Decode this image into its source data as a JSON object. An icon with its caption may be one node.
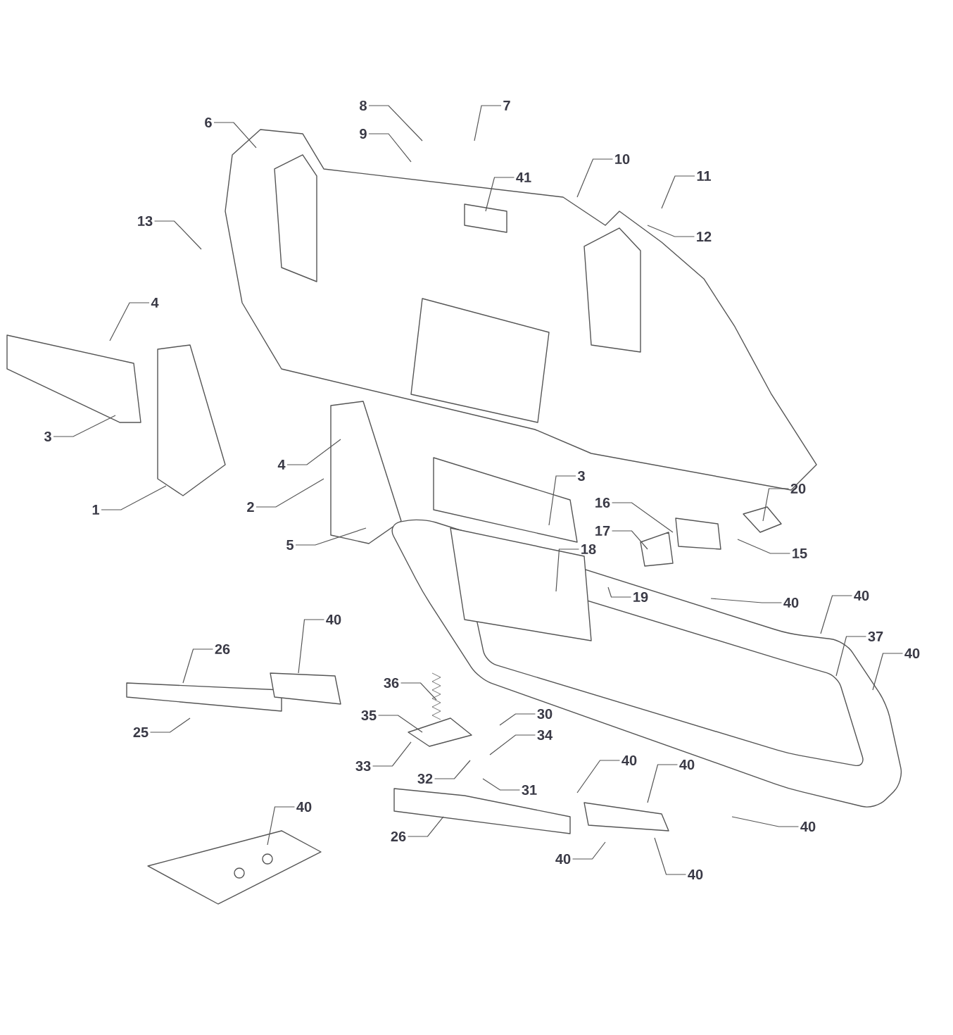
{
  "diagram": {
    "nodes": [
      {
        "text": [
          "8"
        ]
      },
      {
        "text": [
          "7"
        ]
      },
      {
        "text": [
          "6"
        ]
      },
      {
        "text": [
          "9"
        ]
      },
      {
        "text": [
          "10"
        ]
      },
      {
        "text": [
          "11"
        ]
      },
      {
        "text": [
          "41"
        ]
      },
      {
        "text": [
          "13"
        ]
      },
      {
        "text": [
          "12"
        ]
      },
      {
        "text": [
          "4"
        ]
      },
      {
        "text": [
          "3"
        ]
      },
      {
        "text": [
          "4"
        ]
      },
      {
        "text": [
          "3"
        ]
      },
      {
        "text": [
          "20"
        ]
      },
      {
        "text": [
          "16"
        ]
      },
      {
        "text": [
          "1"
        ]
      },
      {
        "text": [
          "2"
        ]
      },
      {
        "text": [
          "17"
        ]
      },
      {
        "text": [
          "5"
        ]
      },
      {
        "text": [
          "15"
        ]
      },
      {
        "text": [
          "18"
        ]
      },
      {
        "text": [
          "40"
        ]
      },
      {
        "text": [
          "40"
        ]
      },
      {
        "text": [
          "19"
        ]
      },
      {
        "text": [
          "40"
        ]
      },
      {
        "text": [
          "37"
        ]
      },
      {
        "text": [
          "26"
        ]
      },
      {
        "text": [
          "40"
        ]
      },
      {
        "text": [
          "36"
        ]
      },
      {
        "text": [
          "30"
        ]
      },
      {
        "text": [
          "35"
        ]
      },
      {
        "text": [
          "25"
        ]
      },
      {
        "text": [
          "34"
        ]
      },
      {
        "text": [
          "40"
        ]
      },
      {
        "text": [
          "40"
        ]
      },
      {
        "text": [
          "33"
        ]
      },
      {
        "text": [
          "32"
        ]
      },
      {
        "text": [
          "31"
        ]
      },
      {
        "text": [
          "40"
        ]
      },
      {
        "text": [
          "40"
        ]
      },
      {
        "text": [
          "26"
        ]
      },
      {
        "text": [
          "40"
        ]
      },
      {
        "text": [
          "40"
        ]
      }
    ],
    "edges": [
      {
        "from": 0,
        "to": null,
        "arrow": "none"
      },
      {
        "from": 1,
        "to": null,
        "arrow": "none"
      },
      {
        "from": 2,
        "to": null,
        "arrow": "none"
      },
      {
        "from": 3,
        "to": null,
        "arrow": "none"
      },
      {
        "from": 4,
        "to": null,
        "arrow": "none"
      },
      {
        "from": 5,
        "to": null,
        "arrow": "none"
      },
      {
        "from": 6,
        "to": null,
        "arrow": "none"
      },
      {
        "from": 7,
        "to": null,
        "arrow": "none"
      },
      {
        "from": 8,
        "to": null,
        "arrow": "none"
      },
      {
        "from": 9,
        "to": null,
        "arrow": "none"
      },
      {
        "from": 10,
        "to": null,
        "arrow": "none"
      },
      {
        "from": 11,
        "to": null,
        "arrow": "none"
      },
      {
        "from": 12,
        "to": null,
        "arrow": "none"
      },
      {
        "from": 13,
        "to": null,
        "arrow": "none"
      },
      {
        "from": 14,
        "to": null,
        "arrow": "none"
      },
      {
        "from": 15,
        "to": null,
        "arrow": "none"
      },
      {
        "from": 16,
        "to": null,
        "arrow": "none"
      },
      {
        "from": 17,
        "to": null,
        "arrow": "none"
      },
      {
        "from": 18,
        "to": null,
        "arrow": "none"
      },
      {
        "from": 19,
        "to": null,
        "arrow": "none"
      },
      {
        "from": 20,
        "to": null,
        "arrow": "none"
      },
      {
        "from": 21,
        "to": null,
        "arrow": "none"
      },
      {
        "from": 22,
        "to": null,
        "arrow": "none"
      },
      {
        "from": 23,
        "to": null,
        "arrow": "none"
      },
      {
        "from": 24,
        "to": null,
        "arrow": "none"
      },
      {
        "from": 25,
        "to": null,
        "arrow": "none"
      },
      {
        "from": 26,
        "to": null,
        "arrow": "none"
      },
      {
        "from": 27,
        "to": null,
        "arrow": "none"
      },
      {
        "from": 28,
        "to": null,
        "arrow": "none"
      },
      {
        "from": 29,
        "to": null,
        "arrow": "none"
      },
      {
        "from": 30,
        "to": null,
        "arrow": "none"
      },
      {
        "from": 31,
        "to": null,
        "arrow": "none"
      },
      {
        "from": 32,
        "to": null,
        "arrow": "none"
      },
      {
        "from": 33,
        "to": null,
        "arrow": "none"
      },
      {
        "from": 34,
        "to": null,
        "arrow": "none"
      },
      {
        "from": 35,
        "to": null,
        "arrow": "none"
      },
      {
        "from": 36,
        "to": null,
        "arrow": "none"
      },
      {
        "from": 37,
        "to": null,
        "arrow": "none"
      },
      {
        "from": 38,
        "to": null,
        "arrow": "none"
      },
      {
        "from": 39,
        "to": null,
        "arrow": "none"
      },
      {
        "from": 40,
        "to": null,
        "arrow": "none"
      },
      {
        "from": 41,
        "to": null,
        "arrow": "none"
      },
      {
        "from": 42,
        "to": null,
        "arrow": "none"
      }
    ]
  }
}
